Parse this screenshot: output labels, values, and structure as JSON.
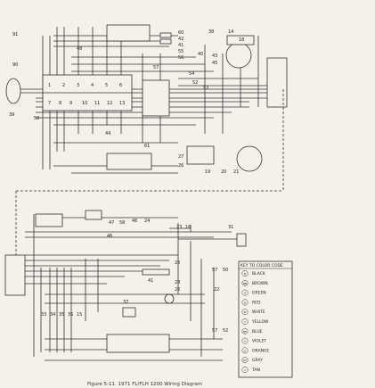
{
  "diagram": {
    "caption": "Figure 5-11. 1971 FL/FLH 1200 Wiring Diagram",
    "upper_labels": [
      "91",
      "90",
      "39",
      "58",
      "48",
      "60",
      "42",
      "41",
      "55",
      "57",
      "56",
      "40",
      "43",
      "45",
      "54",
      "52",
      "53",
      "44",
      "27",
      "26",
      "61",
      "38",
      "14",
      "18",
      "19",
      "20",
      "21",
      "1",
      "2",
      "3",
      "4",
      "5",
      "6",
      "7",
      "8",
      "9",
      "10",
      "11",
      "12",
      "13"
    ],
    "lower_labels": [
      "47",
      "58",
      "46",
      "24",
      "23",
      "16",
      "31",
      "46",
      "25",
      "28",
      "26",
      "57",
      "50",
      "22",
      "41",
      "37",
      "33",
      "34",
      "35",
      "36",
      "15",
      "57",
      "52"
    ],
    "color_key": {
      "title": "KEY TO COLOR CODE",
      "entries": [
        {
          "code": "B",
          "name": "BLACK"
        },
        {
          "code": "BN",
          "name": "BROWN"
        },
        {
          "code": "G",
          "name": "GREEN"
        },
        {
          "code": "R",
          "name": "RED"
        },
        {
          "code": "W",
          "name": "WHITE"
        },
        {
          "code": "Y",
          "name": "YELLOW"
        },
        {
          "code": "BE",
          "name": "BLUE"
        },
        {
          "code": "V",
          "name": "VIOLET"
        },
        {
          "code": "O",
          "name": "ORANGE"
        },
        {
          "code": "GY",
          "name": "GRAY"
        },
        {
          "code": "T",
          "name": "TAN"
        }
      ]
    }
  }
}
